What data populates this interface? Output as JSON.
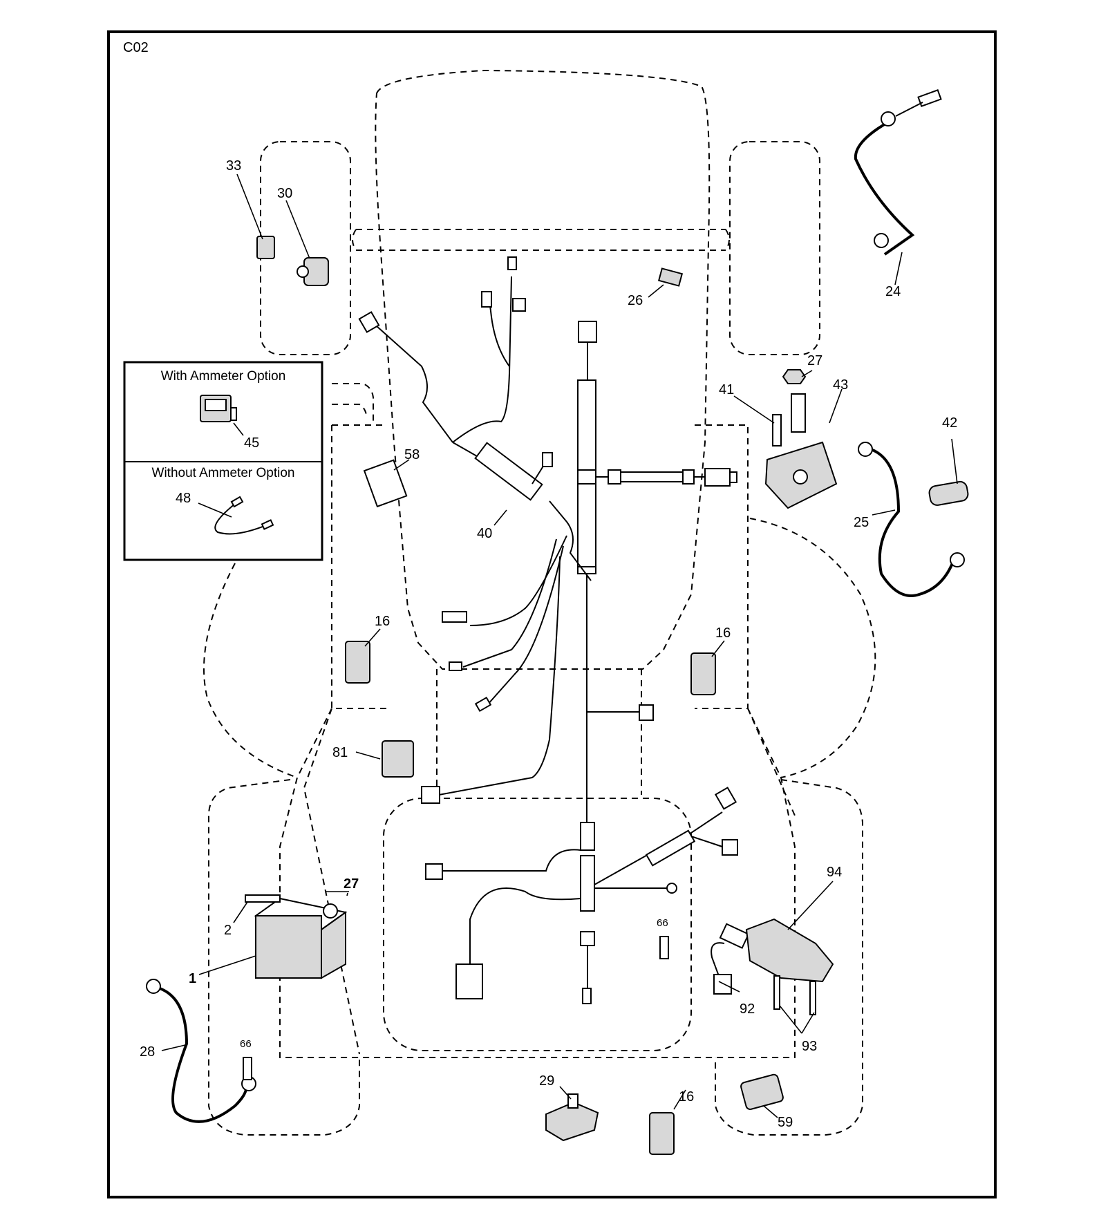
{
  "page": {
    "code": "C02"
  },
  "options": {
    "with_ammeter": {
      "title": "With Ammeter Option",
      "part": "45"
    },
    "without_ammeter": {
      "title": "Without Ammeter Option",
      "part": "48"
    }
  },
  "callouts": {
    "p1": "1",
    "p2": "2",
    "p16a": "16",
    "p16b": "16",
    "p16c": "16",
    "p24": "24",
    "p25": "25",
    "p26": "26",
    "p27a": "27",
    "p27b": "27",
    "p28": "28",
    "p29": "29",
    "p30": "30",
    "p33": "33",
    "p40": "40",
    "p41": "41",
    "p42": "42",
    "p43": "43",
    "p58": "58",
    "p59": "59",
    "p66a": "66",
    "p66b": "66",
    "p81": "81",
    "p92": "92",
    "p93": "93",
    "p94": "94"
  }
}
